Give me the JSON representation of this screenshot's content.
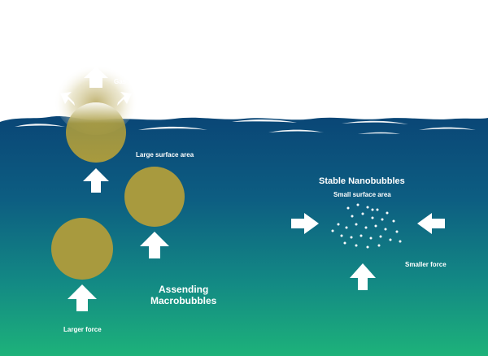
{
  "labels": {
    "gas": "Gas",
    "large_surface_area": "Large surface area",
    "stable_nanobubbles": "Stable Nanobubbles",
    "small_surface_area": "Small surface area",
    "smaller_force": "Smaller force",
    "assending_line1": "Assending",
    "assending_line2": "Macrobubbles",
    "larger_force": "Larger force"
  },
  "colors": {
    "water_top": "#0b4a78",
    "water_mid": "#0f6a86",
    "water_bottom": "#1aa97c",
    "bubble": "#a89a3e",
    "arrow": "#ffffff",
    "text": "#ffffff"
  }
}
